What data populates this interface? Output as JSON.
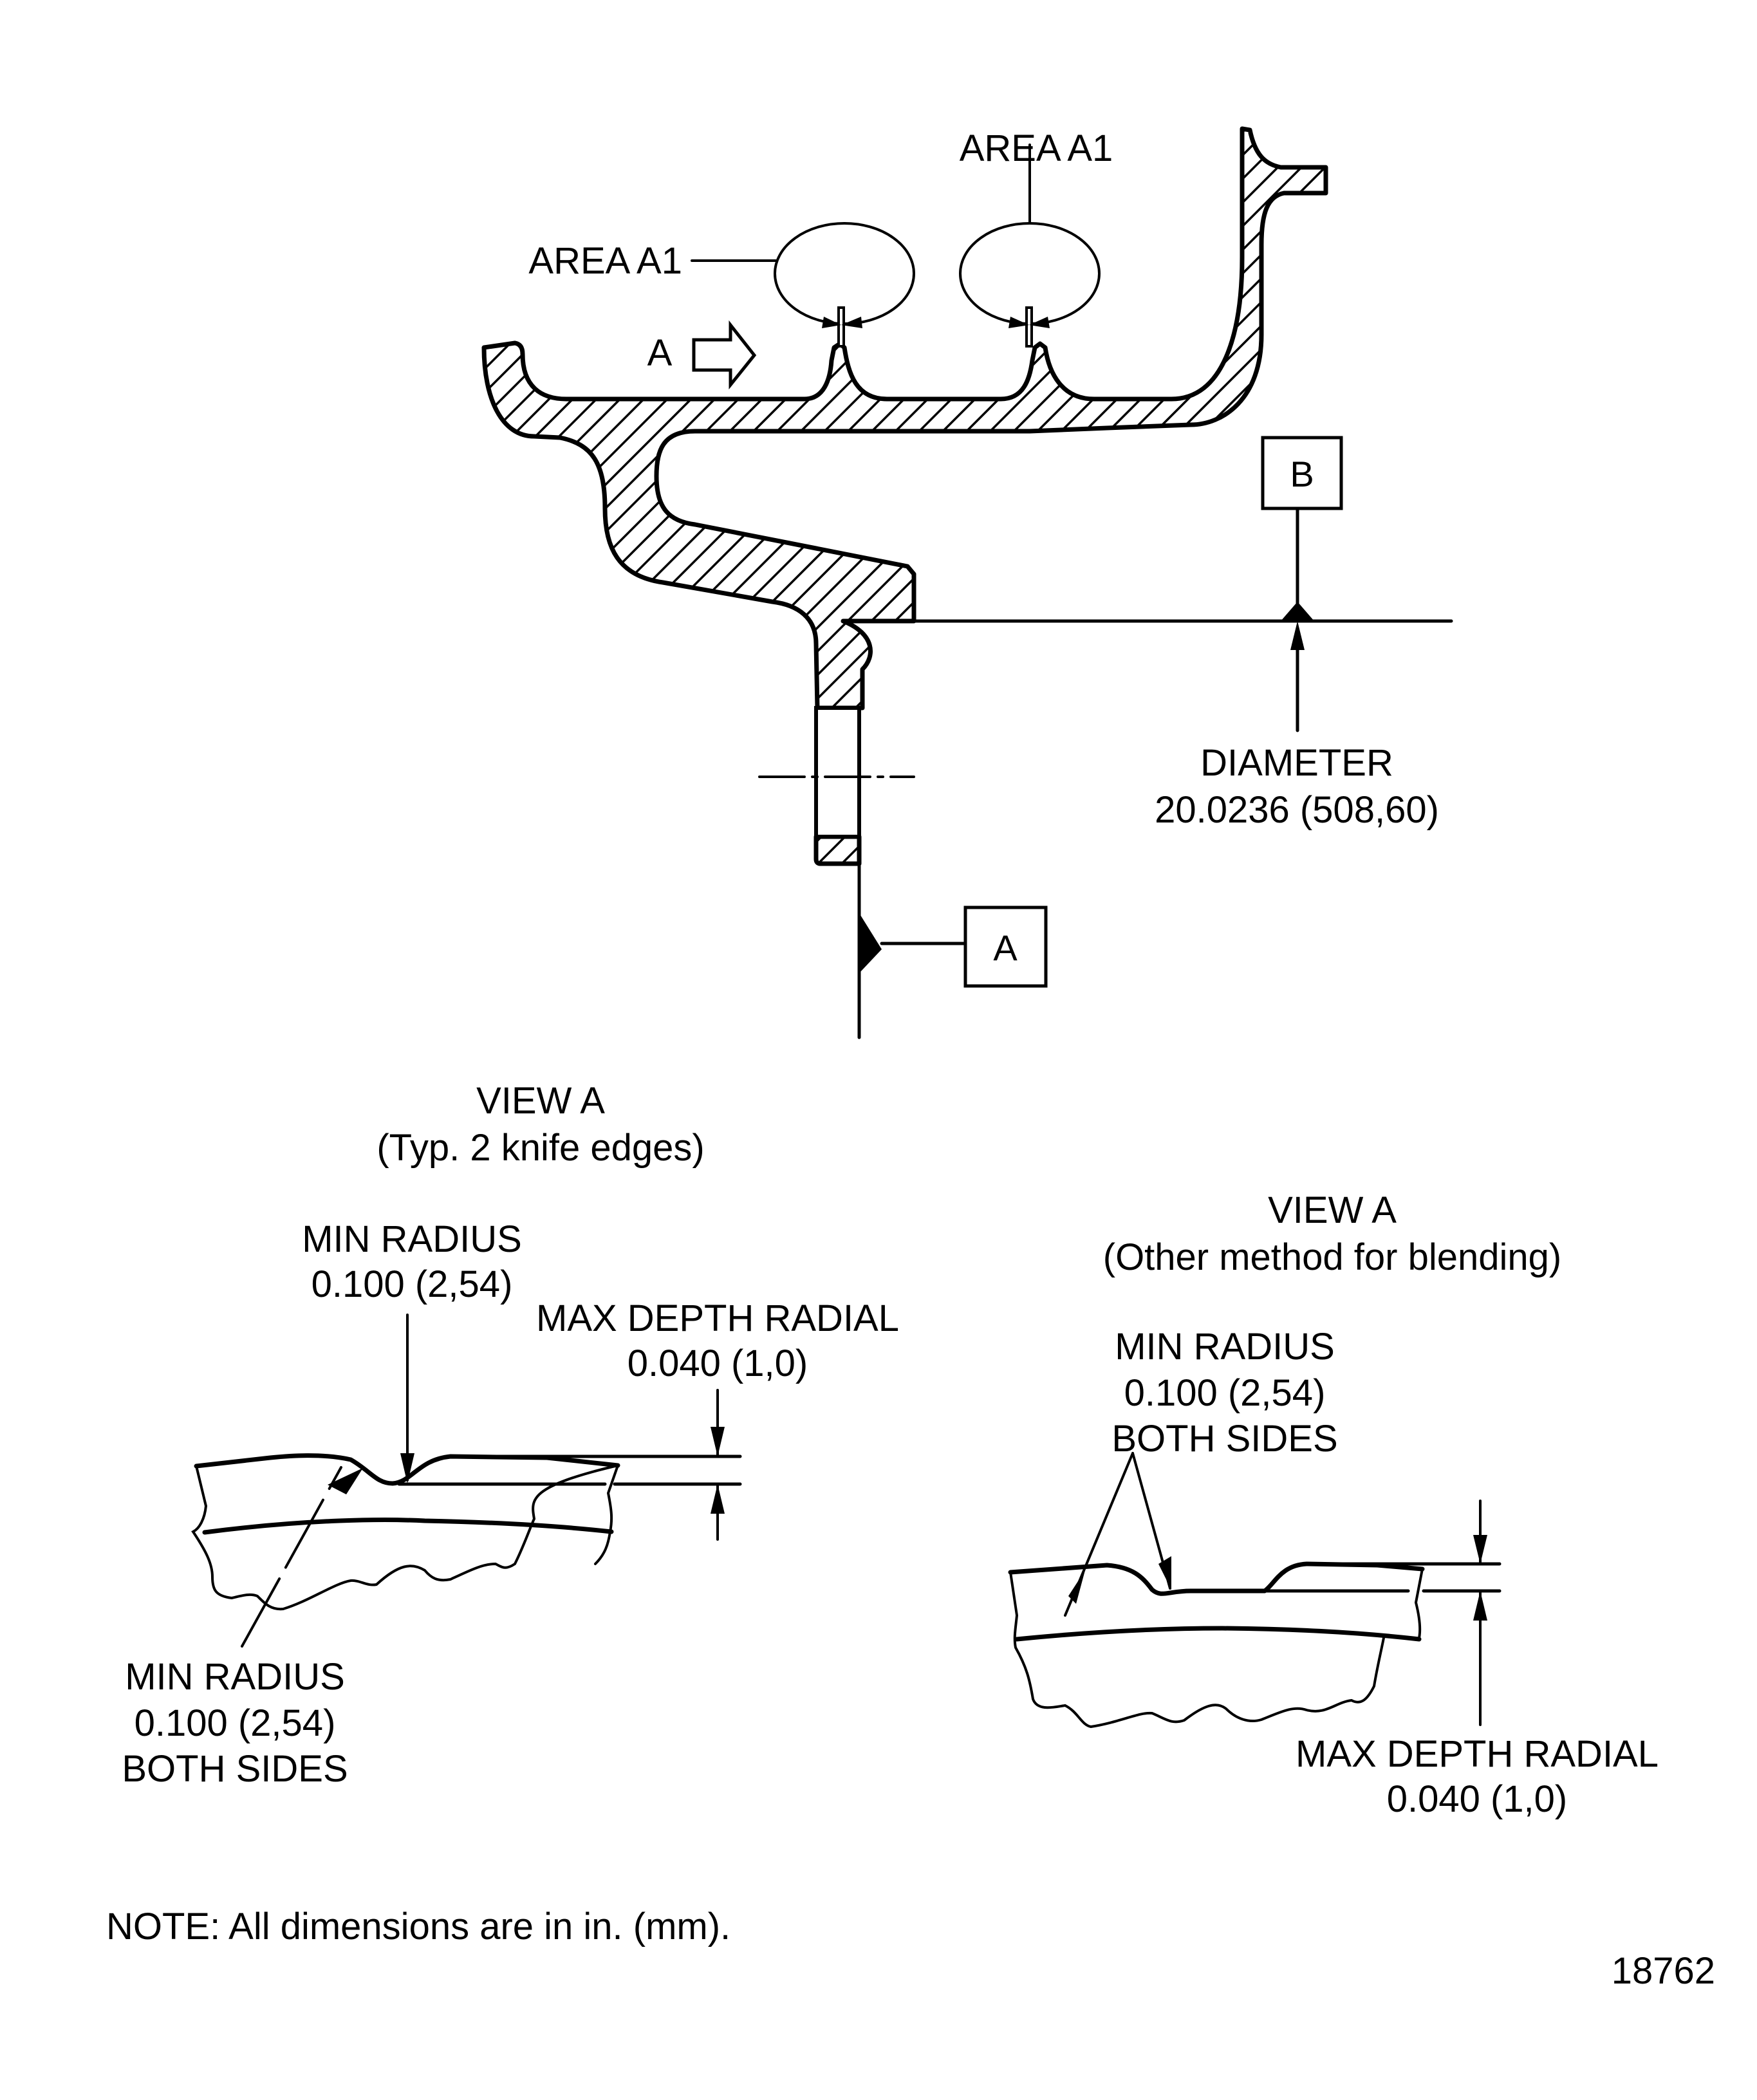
{
  "main_view": {
    "area_label_left": "AREA A1",
    "area_label_top": "AREA A1",
    "view_arrow_label": "A",
    "datum_b_label": "B",
    "datum_a_label": "A",
    "diameter_title": "DIAMETER",
    "diameter_value": "20.0236 (508,60)"
  },
  "view_a_knife": {
    "title": "VIEW A",
    "subtitle": "(Typ. 2 knife edges)",
    "min_radius_top_line1": "MIN RADIUS",
    "min_radius_top_line2": "0.100 (2,54)",
    "max_depth_line1": "MAX DEPTH RADIAL",
    "max_depth_line2": "0.040 (1,0)",
    "min_radius_bottom_line1": "MIN RADIUS",
    "min_radius_bottom_line2": "0.100 (2,54)",
    "min_radius_bottom_line3": "BOTH SIDES"
  },
  "view_a_other": {
    "title": "VIEW A",
    "subtitle": "(Other method for blending)",
    "min_radius_line1": "MIN RADIUS",
    "min_radius_line2": "0.100 (2,54)",
    "min_radius_line3": "BOTH SIDES",
    "max_depth_line1": "MAX DEPTH RADIAL",
    "max_depth_line2": "0.040 (1,0)"
  },
  "footer": {
    "note": "NOTE: All dimensions are in in. (mm).",
    "figure_number": "18762"
  }
}
